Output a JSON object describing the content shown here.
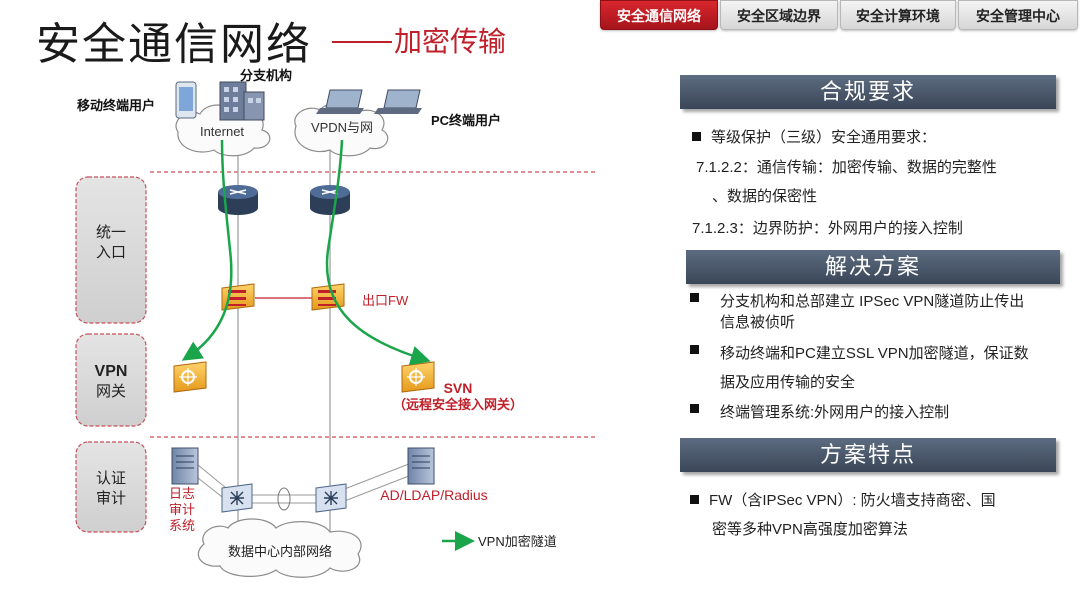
{
  "header": {
    "title": "安全通信网络",
    "subtitle": "加密传输"
  },
  "tabs": [
    {
      "label": "安全通信网络",
      "active": true
    },
    {
      "label": "安全区域边界",
      "active": false
    },
    {
      "label": "安全计算环境",
      "active": false
    },
    {
      "label": "安全管理中心",
      "active": false
    }
  ],
  "diagram": {
    "zones": [
      {
        "label_line1": "统一",
        "label_line2": "入口"
      },
      {
        "label_line1": "VPN",
        "label_line2": "网关"
      },
      {
        "label_line1": "认证",
        "label_line2": "审计"
      }
    ],
    "labels": {
      "branch": "分支机构",
      "mobile_user": "移动终端用户",
      "pc_user": "PC终端用户",
      "cloud_internet": "Internet",
      "cloud_vpdn": "VPDN与网",
      "exit_fw": "出口FW",
      "svn": "SVN",
      "svn_desc": "（远程安全接入网关）",
      "log_line1": "日志",
      "log_line2": "审计",
      "log_line3": "系统",
      "auth_servers": "AD/LDAP/Radius",
      "datacenter": "数据中心内部网络",
      "legend": "VPN加密隧道"
    },
    "colors": {
      "tunnel": "#1aa54a",
      "zone_border": "#c4505a",
      "zone_fill": "#d9d9d9",
      "dashed_divider": "#c0202a",
      "accent_red": "#c0202a"
    }
  },
  "panel": {
    "compliance": {
      "title": "合规要求",
      "items": [
        "等级保护（三级）安全通用要求：",
        "7.1.2.2：通信传输：加密传输、数据的完整性",
        "、数据的保密性",
        "7.1.2.3：边界防护：外网用户的接入控制"
      ]
    },
    "solution": {
      "title": "解决方案",
      "items": [
        {
          "line1": "分支机构和总部建立 IPSec VPN隧道防止传出",
          "line2": "信息被侦听"
        },
        {
          "line1": "移动终端和PC建立SSL VPN加密隧道，保证数",
          "line2": "据及应用传输的安全"
        },
        {
          "line1": "终端管理系统:外网用户的接入控制",
          "line2": ""
        }
      ]
    },
    "features": {
      "title": "方案特点",
      "items": [
        {
          "line1": "FW（含IPSec VPN）: 防火墙支持商密、国",
          "line2": "密等多种VPN高强度加密算法"
        }
      ]
    }
  }
}
